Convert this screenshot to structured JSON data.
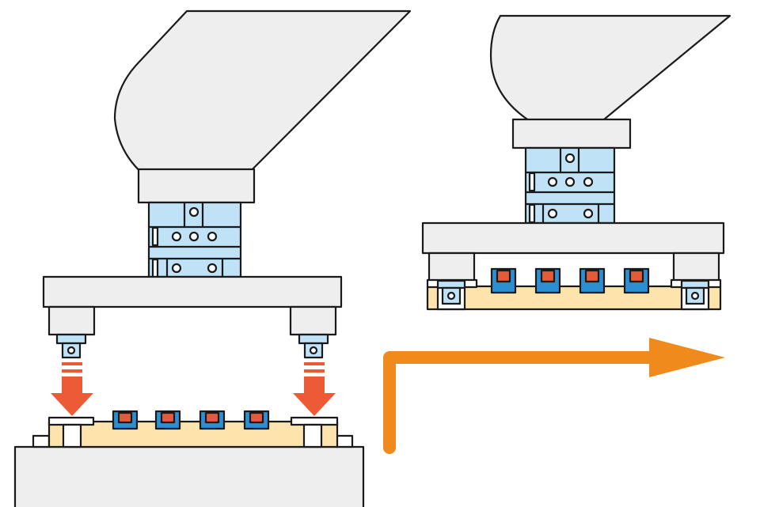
{
  "figure": {
    "left_panel": {
      "state": "before-transfer",
      "robot_arm": "robot-arm",
      "tool_changer": "tool-changer-module",
      "gripper": "end-effector-plate",
      "pins": "locating-pins",
      "motion_indicator": "down-arrow",
      "fixture": "workpiece-fixture",
      "slot_count": 4
    },
    "right_panel": {
      "state": "after-transfer",
      "robot_arm": "robot-arm",
      "tool_changer": "tool-changer-module",
      "gripper": "end-effector-plate",
      "carried_fixture": "workpiece-fixture",
      "slot_count": 4
    },
    "transition_arrow": "right-angle-arrow-icon",
    "colors": {
      "outline": "#1a1a1a",
      "body_gray": "#eeeeee",
      "changer_blue": "#bfe2f7",
      "fixture_tan": "#fde3ac",
      "slot_blue": "#2b8fd1",
      "slot_red": "#e65a3a",
      "down_arrow": "#ec5b35",
      "transition_arrow": "#f08a1c"
    }
  }
}
